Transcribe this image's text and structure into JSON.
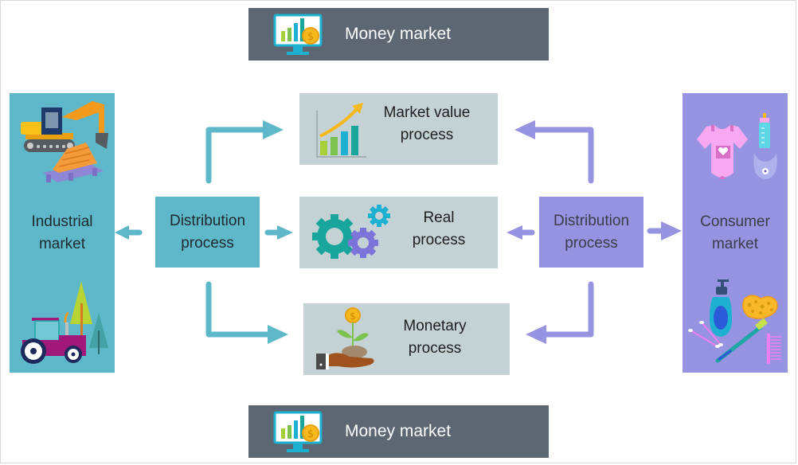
{
  "diagram": {
    "money_market_top": {
      "label": "Money market",
      "icon": "monitor-chart-coin-icon"
    },
    "money_market_bottom": {
      "label": "Money market",
      "icon": "monitor-chart-coin-icon"
    },
    "industrial_market": {
      "line1": "Industrial",
      "line2": "market",
      "icons": [
        "excavator-icon",
        "lumber-pallet-icon",
        "tractor-icon",
        "trees-icon"
      ],
      "color": "#5eb8ca"
    },
    "consumer_market": {
      "line1": "Consumer",
      "line2": "market",
      "icons": [
        "baby-bodysuit-icon",
        "baby-bottle-icon",
        "bib-icon",
        "soap-dispenser-icon",
        "sponge-icon",
        "cotton-swabs-icon",
        "toothbrush-icon",
        "comb-icon"
      ],
      "color": "#9694e0"
    },
    "distribution_left": {
      "line1": "Distribution",
      "line2": "process",
      "color": "#5eb8ca"
    },
    "distribution_right": {
      "line1": "Distribution",
      "line2": "process",
      "color": "#9694e0"
    },
    "processes": {
      "market_value": {
        "line1": "Market value",
        "line2": "process",
        "icon": "growth-chart-icon"
      },
      "real": {
        "line1": "Real",
        "line2": "process",
        "icon": "gears-icon"
      },
      "monetary": {
        "line1": "Monetary",
        "line2": "process",
        "icon": "hand-money-plant-icon"
      }
    },
    "colors": {
      "money_market_bg": "#5c6773",
      "process_bg": "#c5d2d5",
      "teal_arrow": "#5eb8ca",
      "purple_arrow": "#9694e0"
    },
    "connections": [
      {
        "from": "distribution_left",
        "to": "industrial_market"
      },
      {
        "from": "distribution_left",
        "to": "market_value_process"
      },
      {
        "from": "distribution_left",
        "to": "real_process"
      },
      {
        "from": "distribution_left",
        "to": "monetary_process"
      },
      {
        "from": "distribution_right",
        "to": "consumer_market"
      },
      {
        "from": "distribution_right",
        "to": "market_value_process"
      },
      {
        "from": "distribution_right",
        "to": "real_process"
      },
      {
        "from": "distribution_right",
        "to": "monetary_process"
      }
    ]
  }
}
